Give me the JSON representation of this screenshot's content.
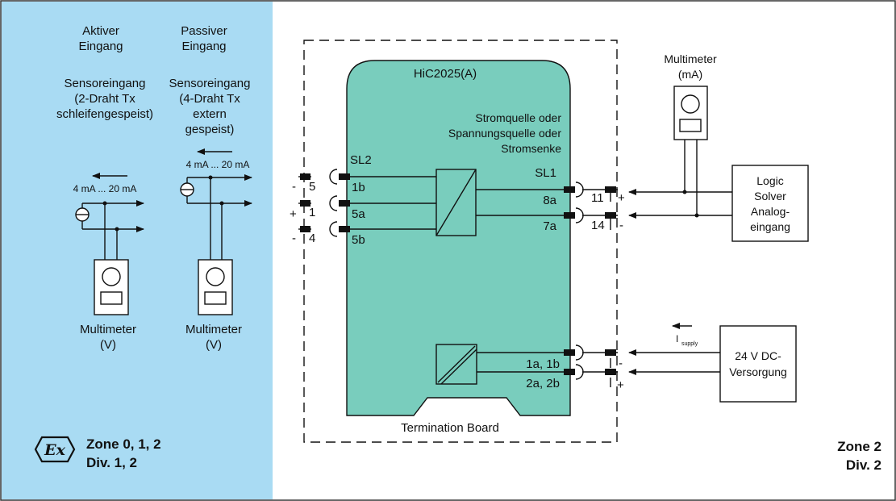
{
  "colors": {
    "ex_zone_bg": "#a9dbf3",
    "device_fill": "#79cdbd",
    "line": "#111111"
  },
  "ex_zone": {
    "col_left": {
      "header_line1": "Aktiver",
      "header_line2": "Eingang",
      "desc_line1": "Sensoreingang",
      "desc_line2": "(2-Draht Tx",
      "desc_line3": "schleifengespeist)",
      "current_range": "4 mA ... 20 mA",
      "meter_line1": "Multimeter",
      "meter_line2": "(V)"
    },
    "col_right": {
      "header_line1": "Passiver",
      "header_line2": "Eingang",
      "desc_line1": "Sensoreingang",
      "desc_line2": "(4-Draht Tx",
      "desc_line3": "extern",
      "desc_line4": "gespeist)",
      "current_range": "4 mA ... 20 mA",
      "meter_line1": "Multimeter",
      "meter_line2": "(V)"
    },
    "zone_line1": "Zone 0, 1, 2",
    "zone_line2": "Div. 1, 2",
    "ex_symbol": "Ex",
    "ex_icon": "atex-ex-hexagon-icon"
  },
  "device": {
    "name": "HiC2025(A)",
    "function_line1": "Stromquelle oder",
    "function_line2": "Spannungsquelle oder",
    "function_line3": "Stromsenke",
    "sl2": "SL2",
    "sl1": "SL1",
    "pins_left": [
      "1b",
      "5a",
      "5b"
    ],
    "pins_right": [
      "8a",
      "7a"
    ],
    "pins_power_1": "1a, 1b",
    "pins_power_2": "2a, 2b",
    "board_label": "Termination Board"
  },
  "field_left_terminals": [
    {
      "polarity": "-",
      "number": "5"
    },
    {
      "polarity": "+",
      "number": "1"
    },
    {
      "polarity": "-",
      "number": "4"
    }
  ],
  "field_right_terminals": [
    {
      "number": "11",
      "polarity": "+"
    },
    {
      "number": "14",
      "polarity": "-"
    }
  ],
  "power_terminals": {
    "top_polarity": "-",
    "bottom_polarity": "+"
  },
  "multimeter_ma": {
    "line1": "Multimeter",
    "line2": "(mA)"
  },
  "logic_solver": {
    "line1": "Logic",
    "line2": "Solver",
    "line3": "Analog-",
    "line4": "eingang"
  },
  "supply": {
    "current_label": "I",
    "current_subscript": "supply",
    "line1": "24 V DC-",
    "line2": "Versorgung"
  },
  "safe_zone": {
    "zone_line1": "Zone 2",
    "zone_line2": "Div. 2"
  }
}
